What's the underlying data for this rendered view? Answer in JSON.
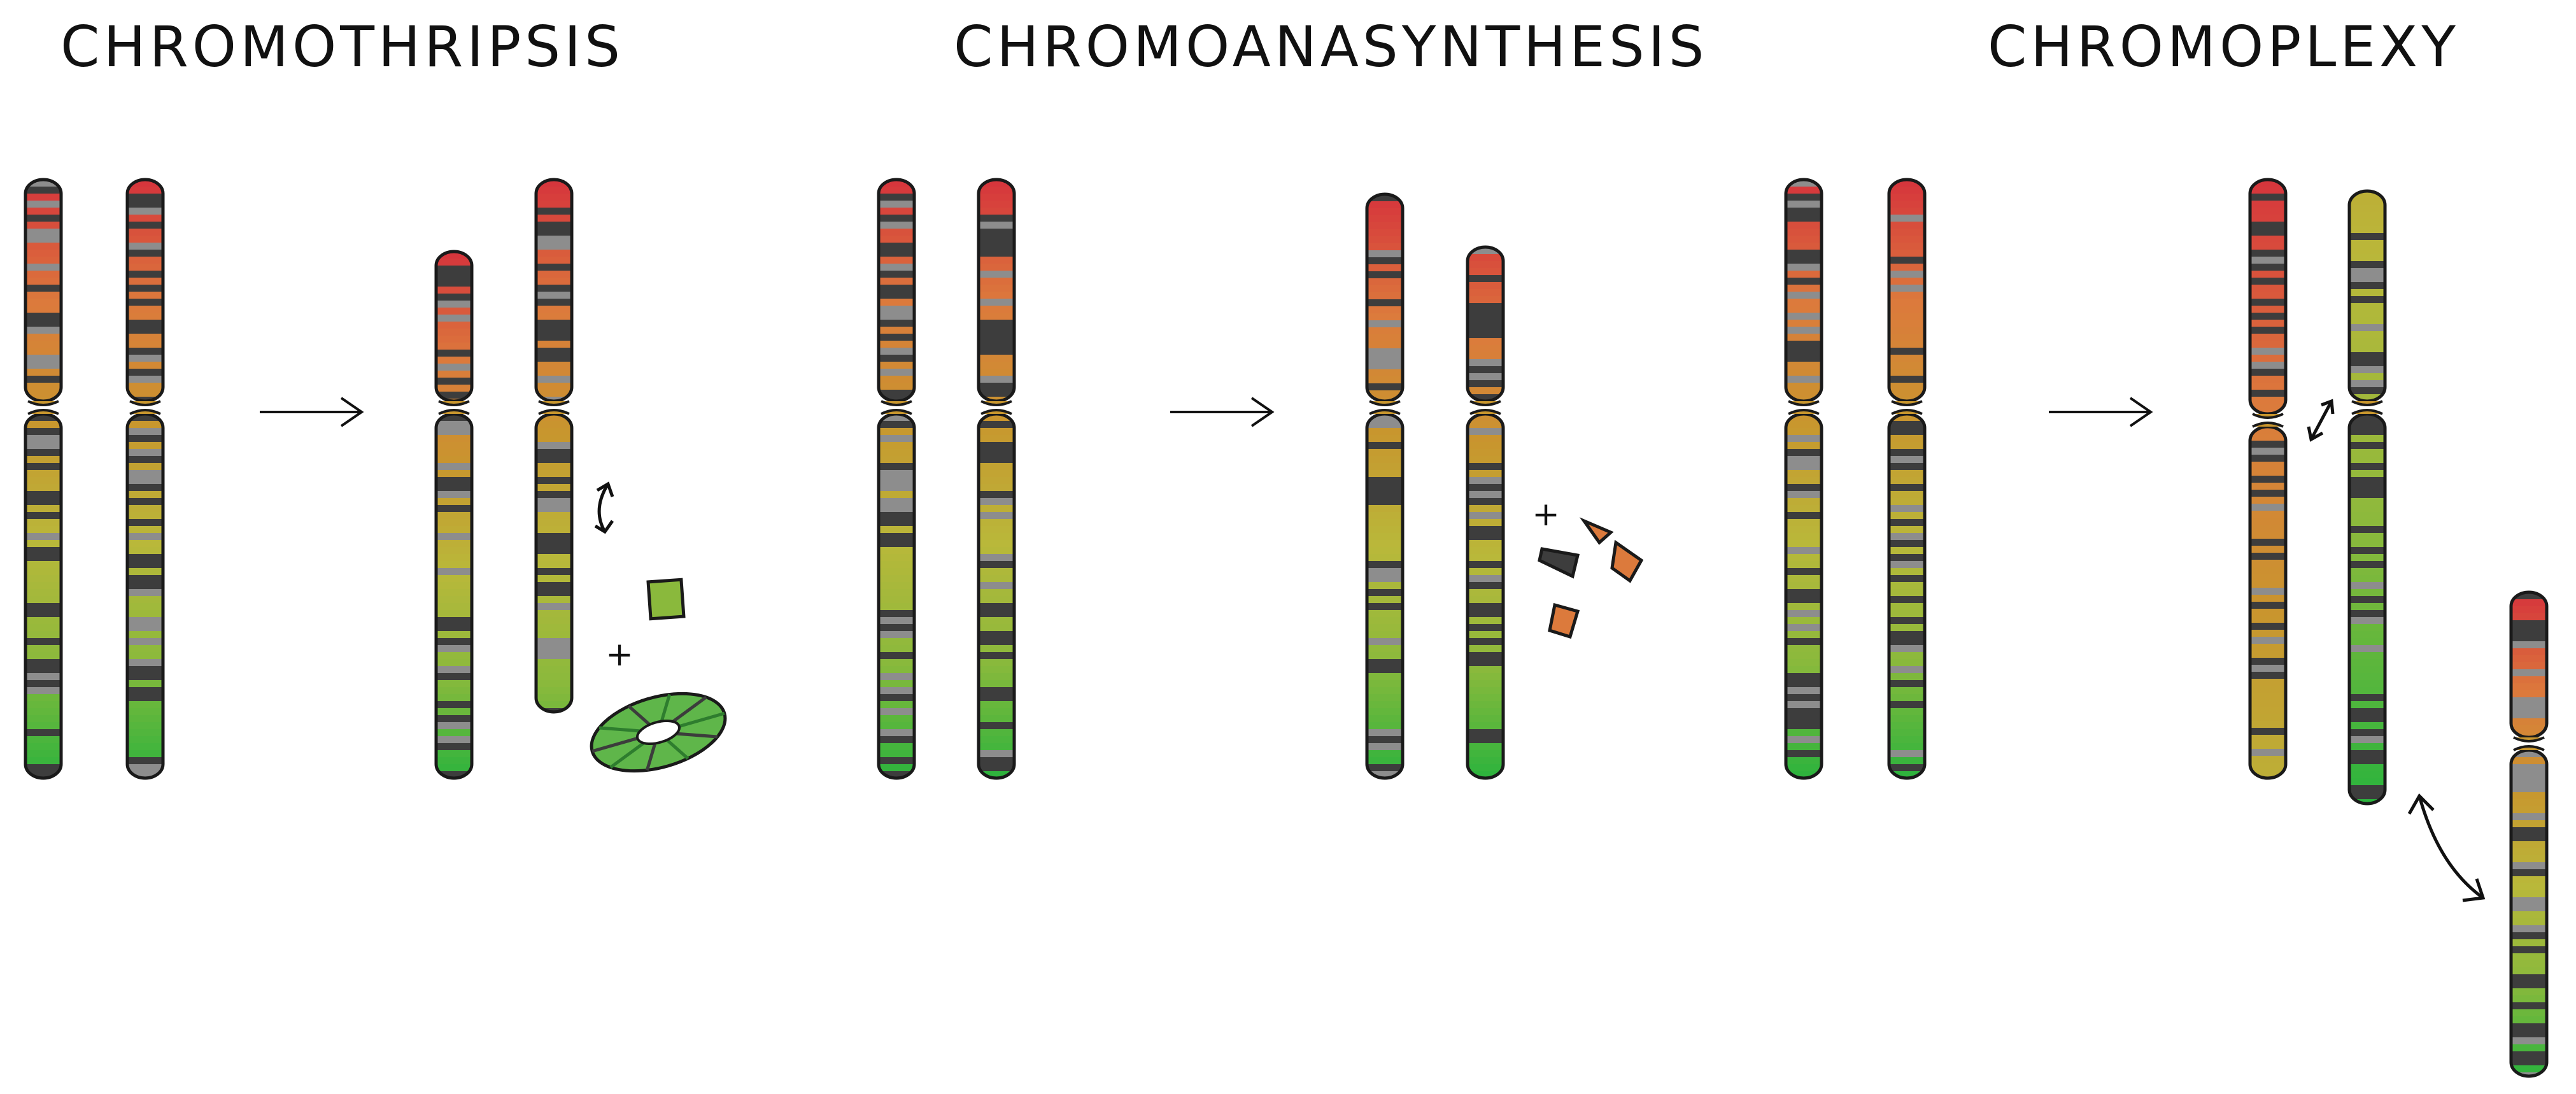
{
  "panels": [
    {
      "id": "chromothripsis",
      "title": "CHROMOTHRIPSIS"
    },
    {
      "id": "chromoanasynthesis",
      "title": "CHROMOANASYNTHESIS"
    },
    {
      "id": "chromoplexy",
      "title": "CHROMOPLEXY"
    }
  ],
  "symbols": {
    "plus": "+"
  },
  "colors": {
    "outline": "#1a1a1a",
    "band_dark": "#3d3d3d",
    "band_grey": "#8d8d8d",
    "red": "#d6363c",
    "orange": "#dc7a3c",
    "gold": "#c8962e",
    "olive": "#b9b83a",
    "lime": "#8ab93c",
    "green": "#29b33d",
    "ring_green": "#5fb64a",
    "ring_dark": "#3c3c3c"
  }
}
